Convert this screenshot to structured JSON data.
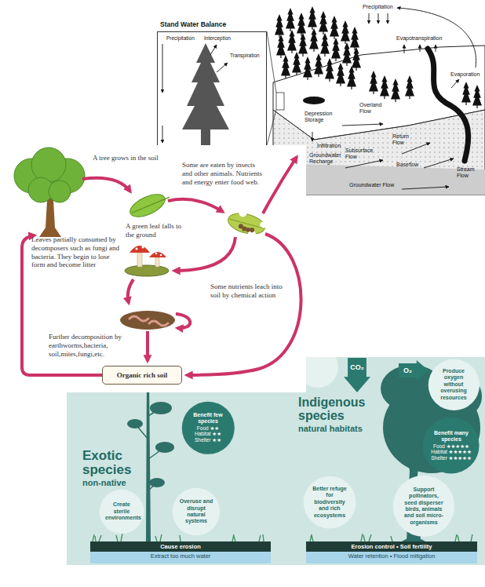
{
  "diagram": {
    "nodes": [
      {
        "text": [
          "Stand Water Balance",
          "Precipitation",
          "Interception",
          "Transpiration"
        ]
      },
      {
        "text": [
          "Organic rich soil"
        ]
      },
      {
        "text": [
          "Exotic species",
          "non-native",
          "Indigenous species",
          "natural habitats"
        ]
      },
      {
        "text": [
          "Benefit few species",
          "Food ★★",
          "Habitat ★★",
          "Shelter ★★"
        ],
        "in": 2
      },
      {
        "text": [
          "Create sterile environments"
        ],
        "in": 2
      },
      {
        "text": [
          "Overuse and disrupt natural systems"
        ],
        "in": 2
      },
      {
        "text": [
          "Cause erosion"
        ],
        "in": 2
      },
      {
        "text": [
          "CO₂"
        ],
        "in": 2
      },
      {
        "text": [
          "O₂"
        ],
        "in": 2
      },
      {
        "text": [
          "Produce oxygen without overusing resources"
        ],
        "in": 2
      },
      {
        "text": [
          "Benefit many species",
          "Food ★★★★★",
          "Habitat ★★★★★",
          "Shelter ★★★★★"
        ],
        "in": 2
      },
      {
        "text": [
          "Better refuge for biodiversity and rich ecosystems"
        ],
        "in": 2
      },
      {
        "text": [
          "Support pollinators, seed disperser birds, animals and soil micro-organisms"
        ],
        "in": 2
      },
      {
        "text": [
          "Erosion control • Soil fertility"
        ],
        "in": 2
      }
    ],
    "labels": [
      "Precipitation",
      "Evapotranspiration",
      "Evaporation",
      "Depression Storage",
      "Overland Flow",
      "Infiltration",
      "Subsurface Flow",
      "Return Flow",
      "Stream Flow",
      "Groundwater Recharge",
      "Baseflow",
      "Groundwater Flow",
      "A tree grows in the soil",
      "A green leaf falls to the ground",
      "Some are eaten by insects and other animals. Nutrients and energy enter food web.",
      "Leaves partially consumed by decomposers such as fungi and bacteria. They begin to lose form and become litter",
      "Some nutrients leach into soil by chemical action",
      "Further decomposition by earthworms,bacteria, soil,mites,fungi,etc.",
      "Extract too much water",
      "Water retention • Flood mitigation"
    ]
  }
}
